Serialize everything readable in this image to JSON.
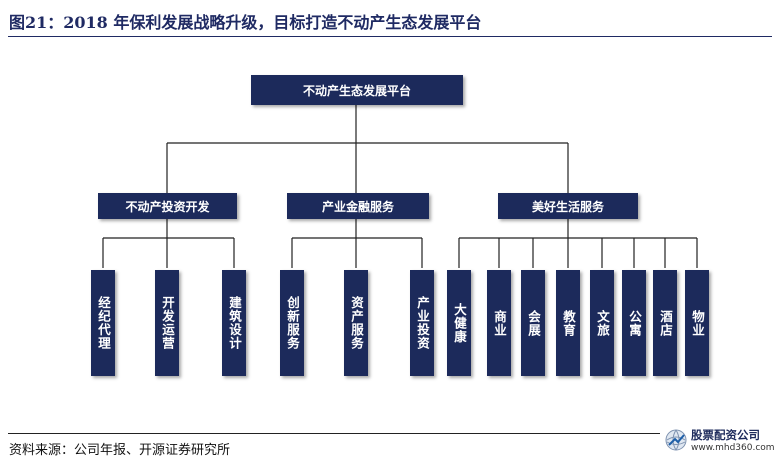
{
  "title": "图21：2018 年保利发展战略升级，目标打造不动产生态发展平台",
  "source": "资料来源：公司年报、开源证券研究所",
  "watermark": {
    "name": "股票配资公司",
    "url": "www.mhd360.com"
  },
  "colors": {
    "node_fill": "#1c2a5b",
    "line": "#222222",
    "title": "#1f2a63"
  },
  "diagram": {
    "root": "不动产生态发展平台",
    "branches": [
      {
        "label": "不动产投资开发",
        "leaves": [
          "经纪代理",
          "开发运营",
          "建筑设计"
        ]
      },
      {
        "label": "产业金融服务",
        "leaves": [
          "创新服务",
          "资产服务",
          "产业投资"
        ]
      },
      {
        "label": "美好生活服务",
        "leaves": [
          "大健康",
          "商业",
          "会展",
          "教育",
          "文旅",
          "公寓",
          "酒店",
          "物业"
        ]
      }
    ]
  }
}
